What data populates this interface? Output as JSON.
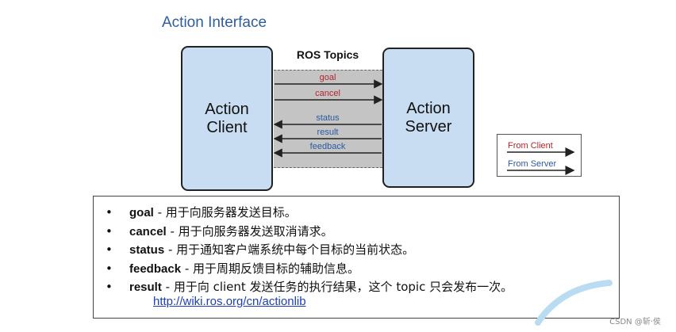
{
  "title": "Action Interface",
  "topics_title": "ROS Topics",
  "client_label": "Action\nClient",
  "server_label": "Action\nServer",
  "arrows": [
    {
      "label": "goal",
      "direction": "to-server",
      "color": "#b8232b"
    },
    {
      "label": "cancel",
      "direction": "to-server",
      "color": "#b8232b"
    },
    {
      "label": "status",
      "direction": "to-client",
      "color": "#2d5aa0"
    },
    {
      "label": "result",
      "direction": "to-client",
      "color": "#2d5aa0"
    },
    {
      "label": "feedback",
      "direction": "to-client",
      "color": "#2d5aa0"
    }
  ],
  "legend": {
    "from_client": "From Client",
    "from_server": "From Server",
    "client_color": "#b8232b",
    "server_color": "#2d5aa0"
  },
  "items": [
    {
      "term": "goal",
      "sep": " - ",
      "desc": "用于向服务器发送目标。"
    },
    {
      "term": "cancel",
      "sep": " - ",
      "desc": "用于向服务器发送取消请求。"
    },
    {
      "term": "status",
      "sep": " - ",
      "desc": "用于通知客户端系统中每个目标的当前状态。"
    },
    {
      "term": "feedback",
      "sep": " - ",
      "desc": "用于周期反馈目标的辅助信息。"
    },
    {
      "term": "result",
      "sep": " - ",
      "desc": "用于向 client 发送任务的执行结果，这个 topic 只会发布一次。"
    }
  ],
  "link": "http://wiki.ros.org/cn/actionlib",
  "watermark": "CSDN @斩·侯"
}
